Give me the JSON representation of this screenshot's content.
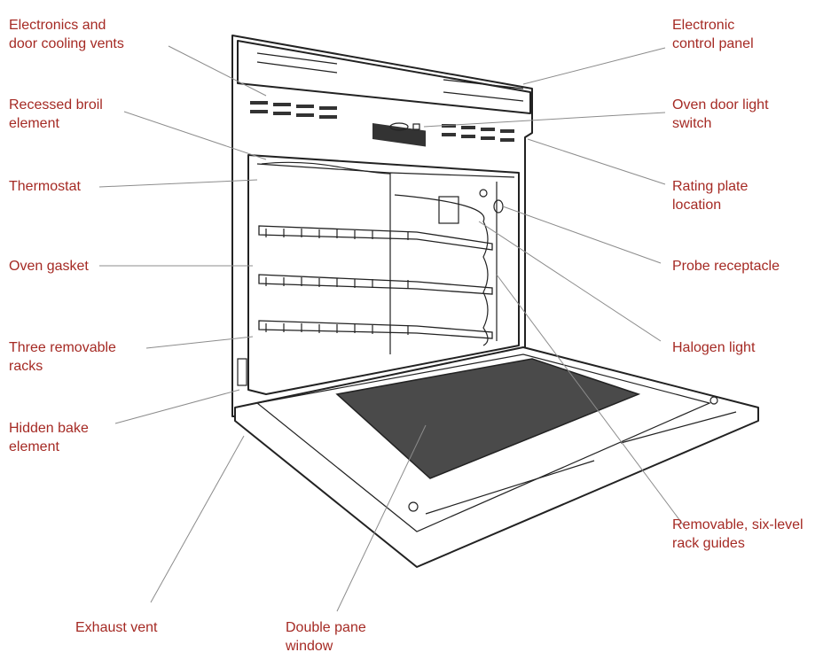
{
  "colors": {
    "label_text": "#a52a24",
    "leader_line": "#8c8c8c",
    "window_glass": "#4a4a4a"
  },
  "labels": {
    "electronics_vents": "Electronics and\ndoor cooling vents",
    "broil_element": "Recessed broil\nelement",
    "thermostat": "Thermostat",
    "oven_gasket": "Oven gasket",
    "removable_racks": "Three removable\nracks",
    "bake_element": "Hidden bake\nelement",
    "exhaust_vent": "Exhaust vent",
    "double_pane_window": "Double pane\nwindow",
    "control_panel": "Electronic\ncontrol panel",
    "door_light_switch": "Oven door light\nswitch",
    "rating_plate": "Rating plate\nlocation",
    "probe_receptacle": "Probe receptacle",
    "halogen_light": "Halogen light",
    "rack_guides": "Removable, six-level\nrack guides"
  }
}
